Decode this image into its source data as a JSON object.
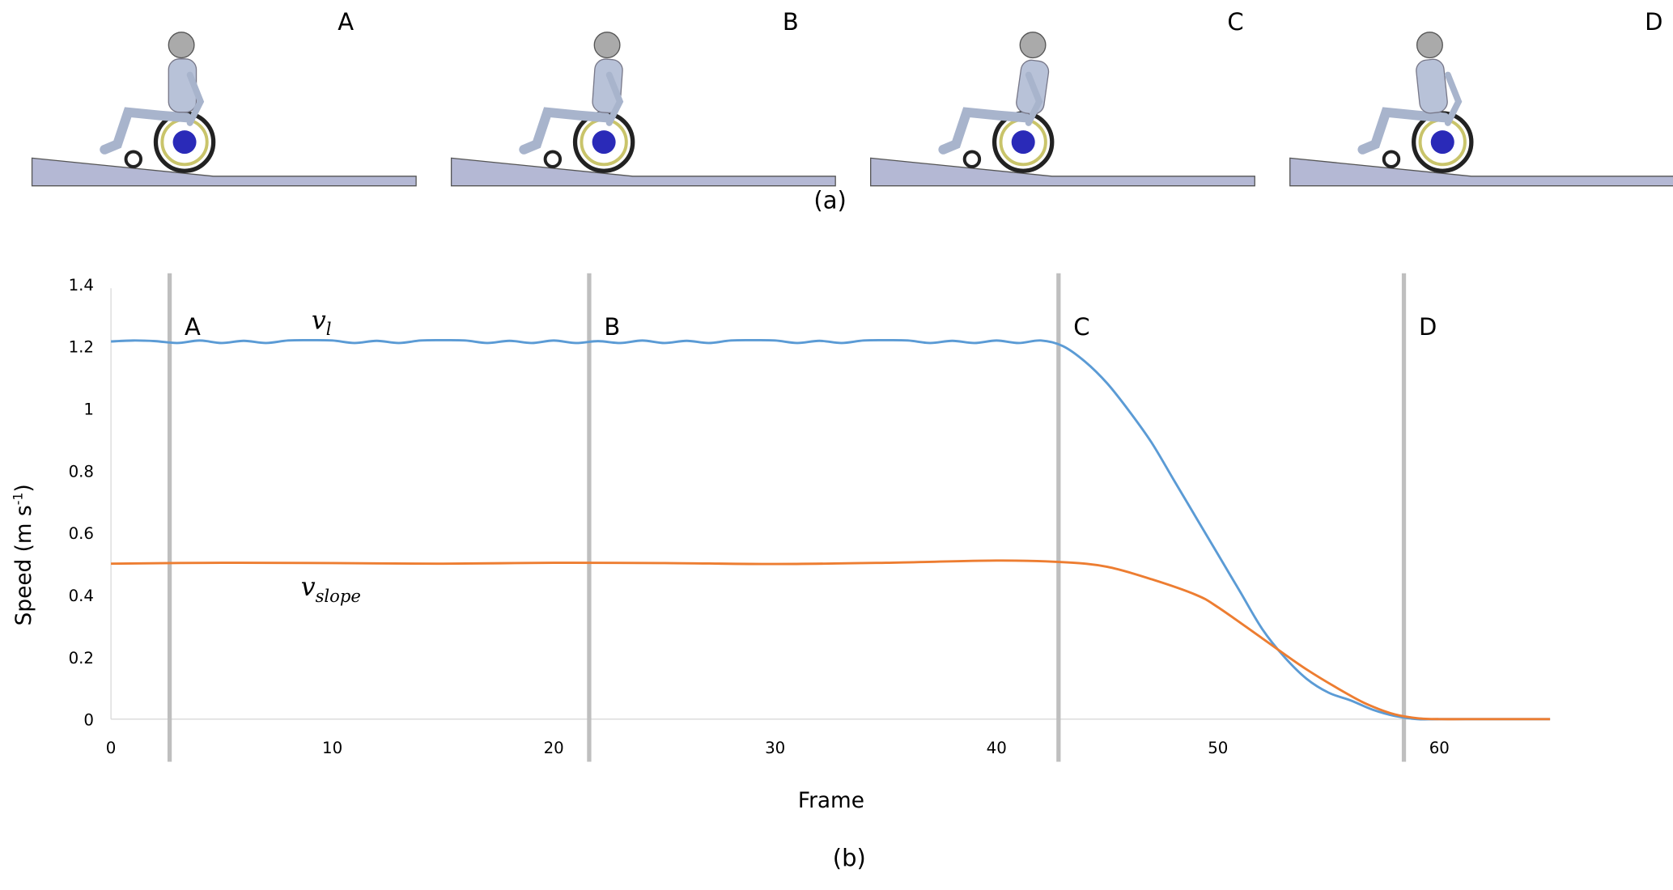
{
  "panel_a": {
    "caption": "(a)",
    "frames": [
      {
        "label": "A"
      },
      {
        "label": "B"
      },
      {
        "label": "C"
      },
      {
        "label": "D"
      }
    ]
  },
  "chart_data": {
    "type": "line",
    "caption": "(b)",
    "xlabel": "Frame",
    "ylabel": "Speed (m s",
    "ylabel_sup": "-1",
    "ylabel_close": ")",
    "xlim": [
      0,
      65
    ],
    "ylim": [
      0,
      1.4
    ],
    "xticks": [
      0,
      10,
      20,
      30,
      40,
      50,
      60
    ],
    "yticks": [
      0,
      0.2,
      0.4,
      0.6,
      0.8,
      1,
      1.2,
      1.4
    ],
    "grid": false,
    "markers": [
      {
        "label": "A",
        "frame": 2.65
      },
      {
        "label": "B",
        "frame": 21.6
      },
      {
        "label": "C",
        "frame": 42.8
      },
      {
        "label": "D",
        "frame": 58.4
      }
    ],
    "series": [
      {
        "name": "v_l",
        "label_main": "v",
        "label_sub": "l",
        "color": "#5b9bd5",
        "x": [
          0,
          1,
          2,
          3,
          4,
          5,
          6,
          7,
          8,
          9,
          10,
          11,
          12,
          13,
          14,
          15,
          16,
          17,
          18,
          19,
          20,
          21,
          22,
          23,
          24,
          25,
          26,
          27,
          28,
          29,
          30,
          31,
          32,
          33,
          34,
          35,
          36,
          37,
          38,
          39,
          40,
          41,
          42,
          43,
          44,
          45,
          46,
          47,
          48,
          49,
          50,
          51,
          52,
          53,
          54,
          55,
          56,
          57,
          58,
          59,
          60,
          62,
          65
        ],
        "y": [
          1.215,
          1.218,
          1.216,
          1.21,
          1.218,
          1.21,
          1.217,
          1.21,
          1.218,
          1.219,
          1.218,
          1.21,
          1.217,
          1.21,
          1.218,
          1.219,
          1.218,
          1.21,
          1.217,
          1.21,
          1.218,
          1.21,
          1.216,
          1.21,
          1.218,
          1.21,
          1.217,
          1.21,
          1.218,
          1.219,
          1.218,
          1.21,
          1.217,
          1.21,
          1.218,
          1.219,
          1.218,
          1.21,
          1.217,
          1.21,
          1.218,
          1.21,
          1.218,
          1.2,
          1.15,
          1.08,
          0.99,
          0.89,
          0.77,
          0.65,
          0.53,
          0.41,
          0.29,
          0.2,
          0.13,
          0.085,
          0.06,
          0.03,
          0.01,
          0.0,
          0.0,
          0.0,
          0.0
        ]
      },
      {
        "name": "v_slope",
        "label_main": "v",
        "label_sub": "slope",
        "color": "#ed7d31",
        "x": [
          0,
          5,
          10,
          15,
          20,
          25,
          30,
          35,
          40,
          43,
          45,
          47,
          49,
          50,
          52,
          54,
          56,
          57,
          58,
          59,
          60,
          62,
          65
        ],
        "y": [
          0.5,
          0.503,
          0.502,
          0.5,
          0.503,
          0.502,
          0.499,
          0.503,
          0.51,
          0.505,
          0.49,
          0.45,
          0.4,
          0.36,
          0.26,
          0.16,
          0.075,
          0.04,
          0.015,
          0.003,
          0.0,
          0.0,
          0.0
        ]
      }
    ]
  }
}
